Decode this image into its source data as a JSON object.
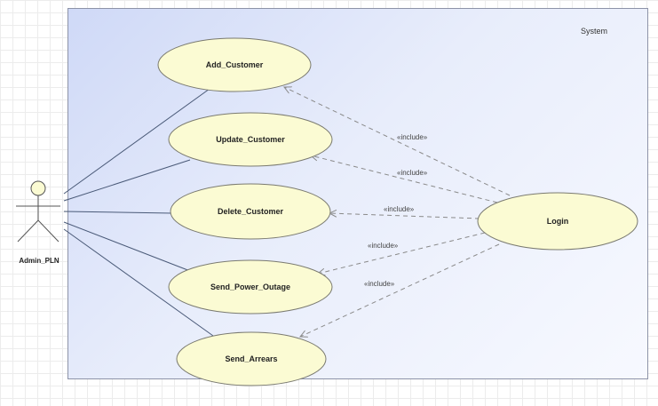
{
  "system": {
    "label": "System"
  },
  "actor": {
    "name": "Admin_PLN"
  },
  "use_cases": [
    {
      "name": "Add_Customer"
    },
    {
      "name": "Update_Customer"
    },
    {
      "name": "Delete_Customer"
    },
    {
      "name": "Send_Power_Outage"
    },
    {
      "name": "Send_Arrears"
    },
    {
      "name": "Login"
    }
  ],
  "include_labels": [
    {
      "text": "«include»"
    },
    {
      "text": "«include»"
    },
    {
      "text": "«include»"
    },
    {
      "text": "«include»"
    },
    {
      "text": "«include»"
    }
  ],
  "colors": {
    "usecase_fill": "#fbfbd3",
    "usecase_stroke": "#7a7a70",
    "line": "#4a5a78",
    "dashed": "#8a8a8a"
  }
}
